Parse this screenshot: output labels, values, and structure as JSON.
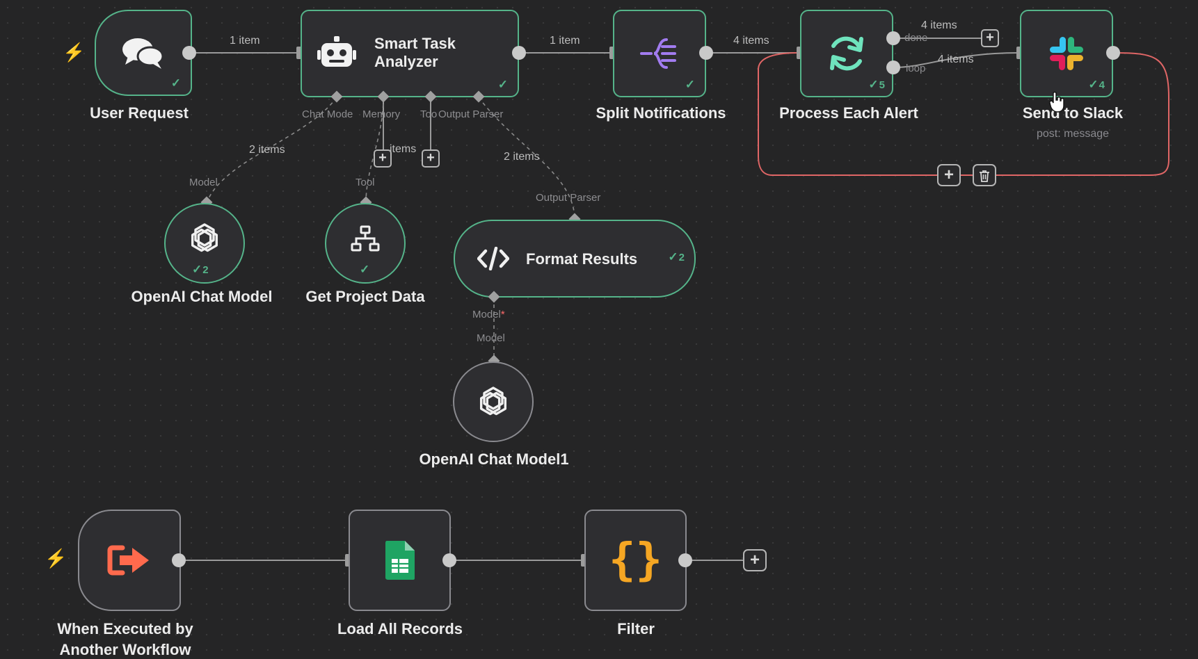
{
  "colors": {
    "canvas_bg": "#252526",
    "node_bg": "#2e2e31",
    "success_border": "#55b48a",
    "idle_border": "#8a8a8f",
    "loop_wire": "#e06666",
    "trigger_bolt": "#ff6b6b"
  },
  "nodes": {
    "user_request": {
      "label": "User Request",
      "icon": "chat-bubbles-icon"
    },
    "smart_task_analyzer": {
      "title_line1": "Smart Task",
      "title_line2": "Analyzer",
      "icon": "robot-icon"
    },
    "split_notifications": {
      "label": "Split Notifications",
      "icon": "split-out-icon"
    },
    "process_each_alert": {
      "label": "Process Each Alert",
      "icon": "loop-arrows-icon",
      "count": "5"
    },
    "send_to_slack": {
      "label": "Send to Slack",
      "sublabel": "post: message",
      "icon": "slack-icon",
      "count": "4"
    },
    "openai_chat_model": {
      "label": "OpenAI Chat Model",
      "icon": "openai-icon",
      "count": "2"
    },
    "get_project_data": {
      "label": "Get Project Data",
      "icon": "sitemap-icon"
    },
    "format_results": {
      "label": "Format Results",
      "icon": "code-icon",
      "count": "2"
    },
    "openai_chat_model1": {
      "label": "OpenAI Chat Model1",
      "icon": "openai-icon"
    },
    "when_executed": {
      "label": "When Executed by",
      "label_line2": "Another Workflow",
      "icon": "exit-arrow-icon"
    },
    "load_all_records": {
      "label": "Load All Records",
      "icon": "google-sheets-icon"
    },
    "filter": {
      "label": "Filter",
      "icon": "curly-braces-icon"
    }
  },
  "ports": {
    "chat_model": "Chat Mode",
    "memory": "Memory",
    "tool": "Too",
    "output_parser": "Output Parser",
    "model": "Model",
    "tool_target": "Tool",
    "output_parser_target": "Output Parser",
    "model_required": "Model",
    "required_mark": "*",
    "model_target": "Model",
    "done": "done",
    "loop": "loop"
  },
  "wire_labels": {
    "user_to_analyzer": "1 item",
    "analyzer_to_split": "1 item",
    "split_to_loop": "4 items",
    "done_items": "4 items",
    "loop_items": "4 items",
    "model_items": "2 items",
    "tool_items": "items",
    "parser_items": "2 items"
  },
  "buttons": {
    "plus": "+",
    "trash": "trash-icon"
  }
}
